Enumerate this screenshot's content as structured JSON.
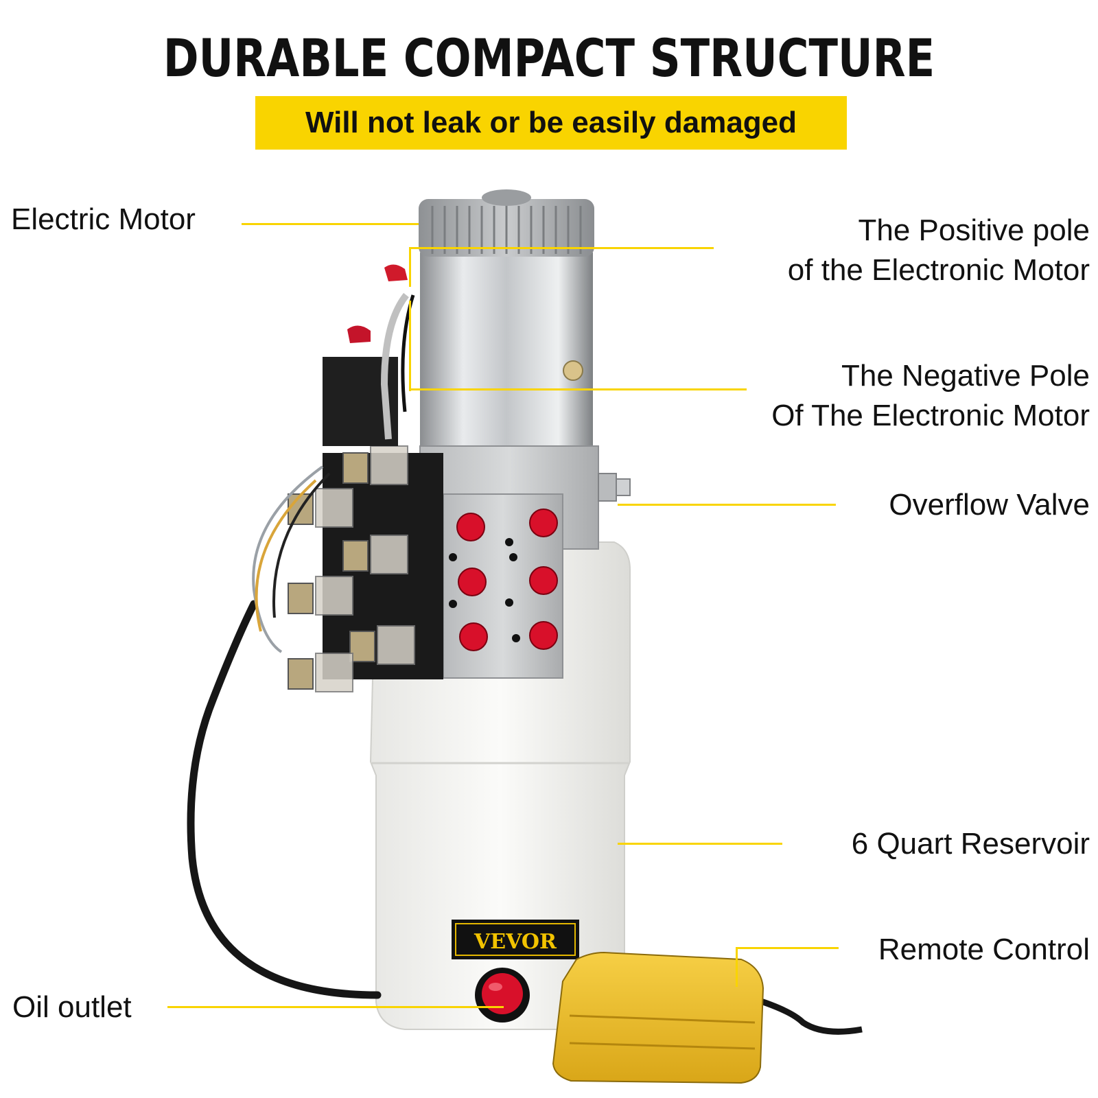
{
  "header": {
    "title": "DURABLE COMPACT STRUCTURE",
    "subtitle": "Will not leak or be easily damaged"
  },
  "labels": {
    "electric_motor": "Electric Motor",
    "positive_pole_line1": "The Positive pole",
    "positive_pole_line2": "of the Electronic Motor",
    "negative_pole_line1": "The Negative Pole",
    "negative_pole_line2": "Of The Electronic Motor",
    "overflow_valve": "Overflow Valve",
    "reservoir": "6 Quart Reservoir",
    "remote_control": "Remote Control",
    "oil_outlet": "Oil outlet"
  },
  "brand": {
    "logo_text": "VEVOR"
  },
  "colors": {
    "accent_yellow": "#f9d400",
    "cap_red": "#d8102a",
    "remote_yellow": "#f2c230"
  }
}
